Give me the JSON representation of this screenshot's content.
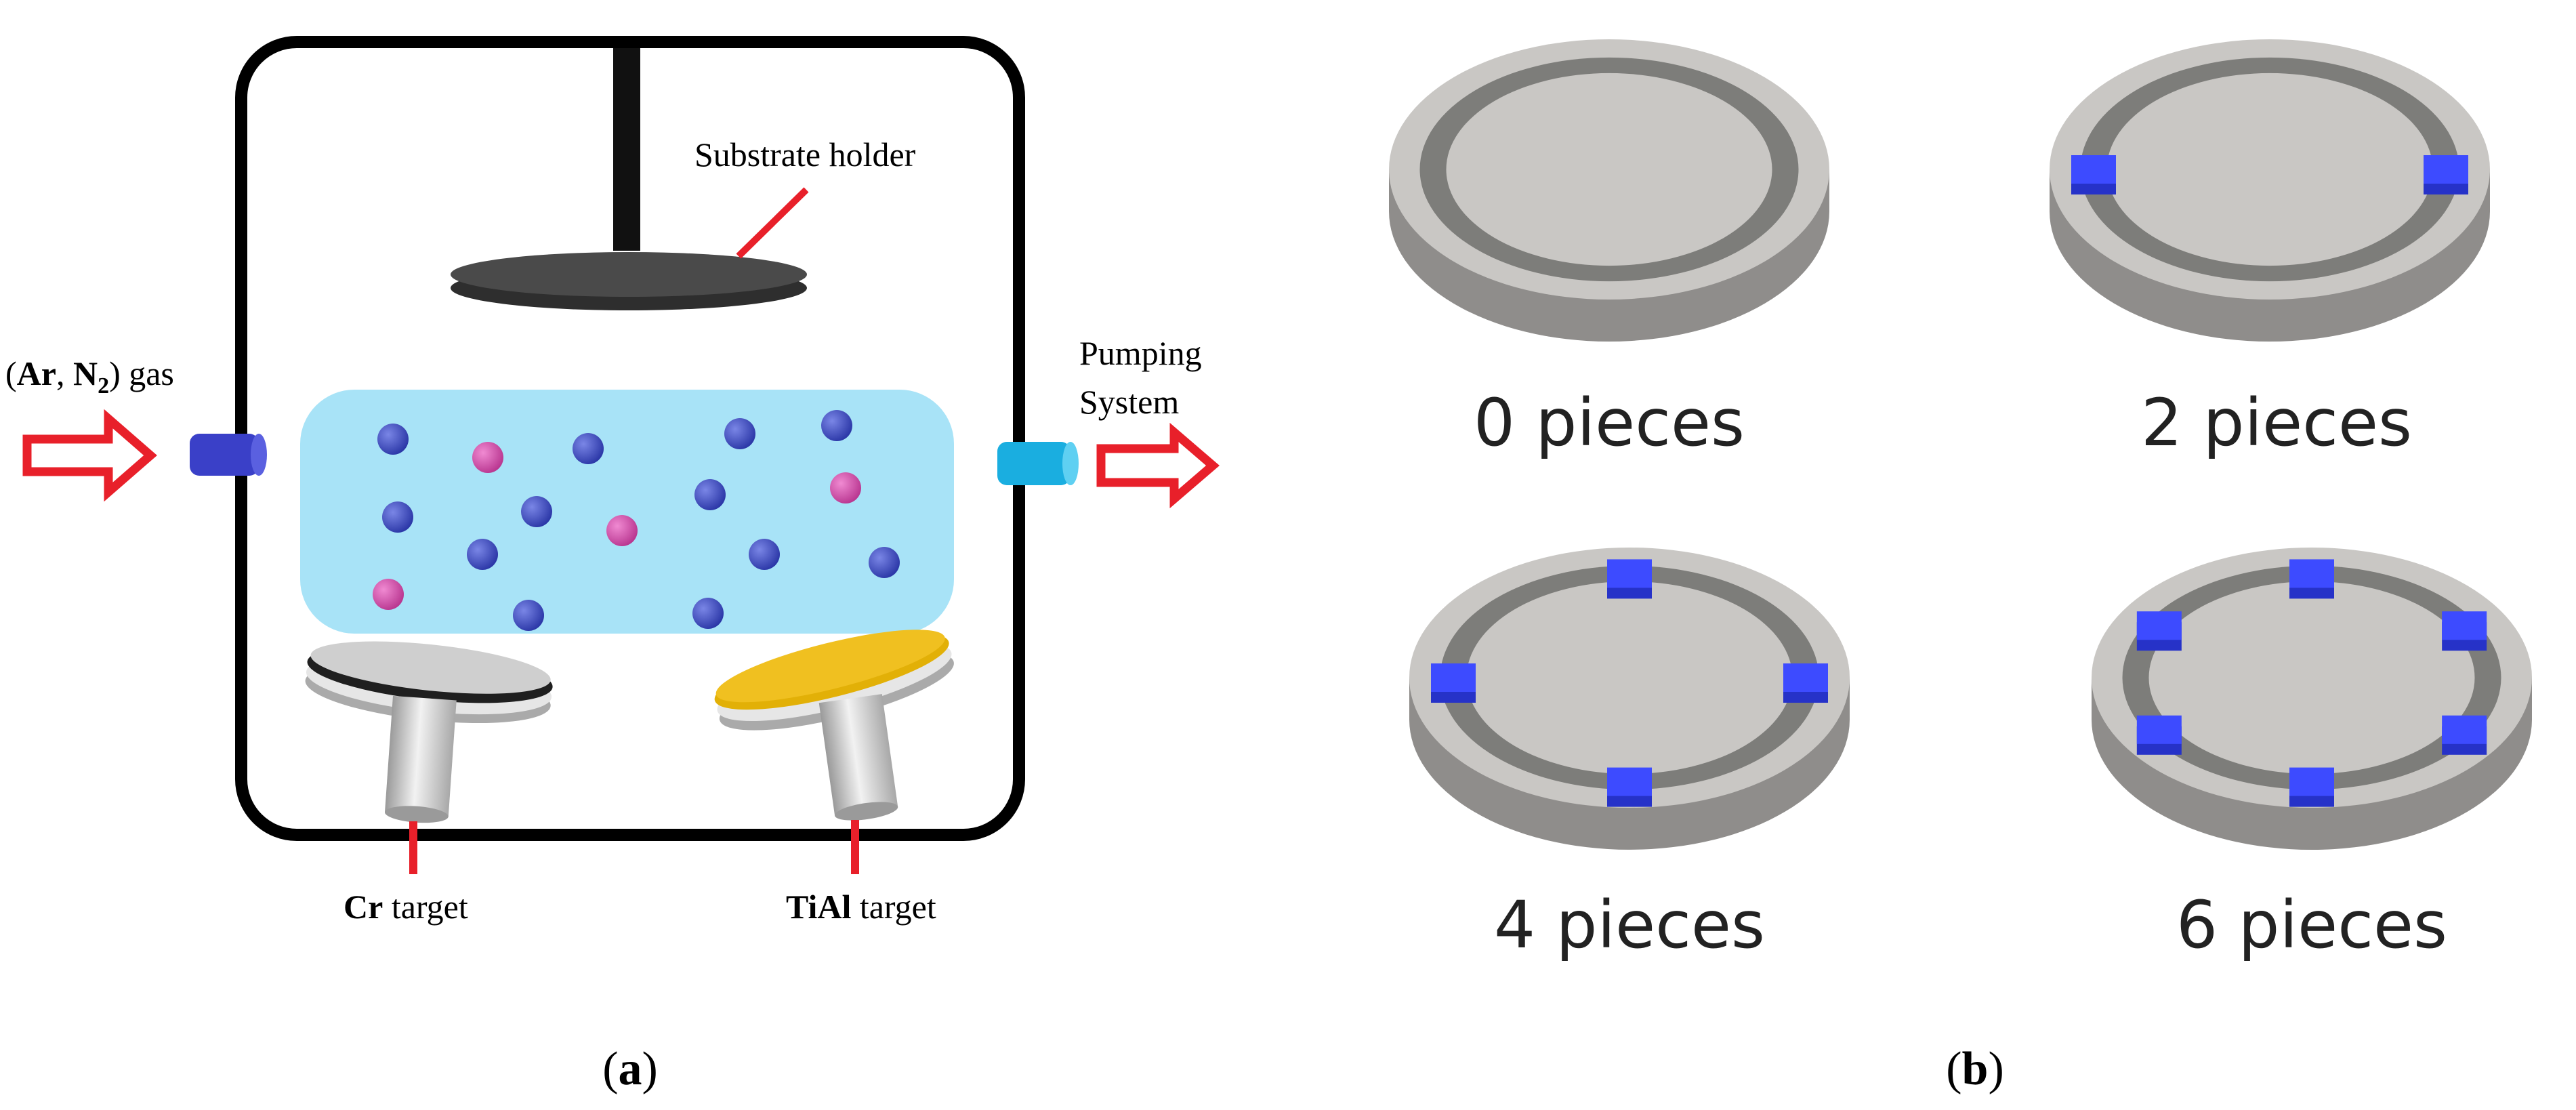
{
  "panel_a": {
    "caption": "(a)",
    "gas_inlet": {
      "prefix": "(",
      "ar": "Ar",
      "comma": ", ",
      "n": "N",
      "sub": "2",
      "close": ")",
      "tail": " gas"
    },
    "substrate_holder_label": "Substrate holder",
    "pumping_label_line1": "Pumping",
    "pumping_label_line2": "System",
    "cr_target": {
      "bold": "Cr",
      "rest": " target",
      "color": "#1f1f1f"
    },
    "tial_target": {
      "bold": "TiAl",
      "rest": " target",
      "color": "#e2b007"
    },
    "colors": {
      "chamber_outline": "#000000",
      "plasma": "#a8e3f7",
      "particle_blue": "#3341b8",
      "particle_pink": "#d44aa9",
      "arrow": "#e8202a",
      "leader_line": "#e8202a",
      "inlet_port": "#3a40c8",
      "outlet_port": "#1aaee0"
    }
  },
  "panel_b": {
    "caption": "(b)",
    "discs": [
      {
        "label": "0 pieces",
        "pieces": 0
      },
      {
        "label": "2 pieces",
        "pieces": 2
      },
      {
        "label": "4 pieces",
        "pieces": 4
      },
      {
        "label": "6 pieces",
        "pieces": 6
      }
    ],
    "colors": {
      "disc_top": "#c9c7c4",
      "disc_side": "#8f8d8b",
      "ring": "#7d7d7a",
      "piece": "#3d4bff"
    }
  }
}
